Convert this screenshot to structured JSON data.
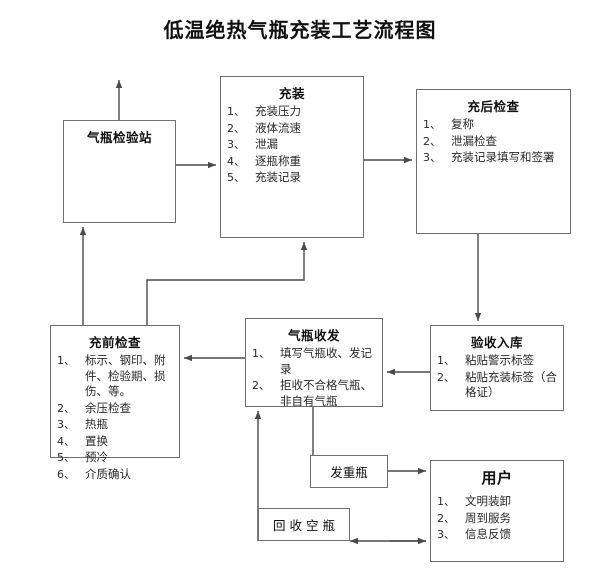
{
  "title": "低温绝热气瓶充装工艺流程图",
  "diagram": {
    "type": "flowchart",
    "nodes": [
      {
        "id": "station",
        "title": "气瓶检验站",
        "items": []
      },
      {
        "id": "fill",
        "title": "充装",
        "items": [
          {
            "num": "1、",
            "text": "充装压力"
          },
          {
            "num": "2、",
            "text": "液体流速"
          },
          {
            "num": "3、",
            "text": "泄漏"
          },
          {
            "num": "4、",
            "text": "逐瓶称重"
          },
          {
            "num": "5、",
            "text": "充装记录"
          }
        ]
      },
      {
        "id": "postcheck",
        "title": "充后检查",
        "items": [
          {
            "num": "1、",
            "text": "复称"
          },
          {
            "num": "2、",
            "text": "泄漏检查"
          },
          {
            "num": "3、",
            "text": "充装记录填写和签署"
          }
        ]
      },
      {
        "id": "precheck",
        "title": "充前检查",
        "items": [
          {
            "num": "1、",
            "text": "标示、钢印、附件、检验期、损伤、等。"
          },
          {
            "num": "2、",
            "text": "余压检查"
          },
          {
            "num": "3、",
            "text": "热瓶"
          },
          {
            "num": "4、",
            "text": "置换"
          },
          {
            "num": "5、",
            "text": "预冷"
          },
          {
            "num": "6、",
            "text": "介质确认"
          }
        ]
      },
      {
        "id": "dispatch",
        "title": "气瓶收发",
        "items": [
          {
            "num": "1、",
            "text": "填写气瓶收、发记录"
          },
          {
            "num": "2、",
            "text": "拒收不合格气瓶、非自有气瓶"
          }
        ]
      },
      {
        "id": "storage",
        "title": "验收入库",
        "items": [
          {
            "num": "1、",
            "text": "粘贴警示标签"
          },
          {
            "num": "2、",
            "text": "粘贴充装标签（合格证）"
          }
        ]
      },
      {
        "id": "user",
        "title": "用户",
        "items": [
          {
            "num": "1、",
            "text": "文明装卸"
          },
          {
            "num": "2、",
            "text": "周到服务"
          },
          {
            "num": "3、",
            "text": "信息反馈"
          }
        ]
      }
    ],
    "connector_labels": [
      {
        "id": "full-bottle",
        "text": "发重瓶"
      },
      {
        "id": "empty-bottle",
        "text": "回收空瓶"
      }
    ],
    "colors": {
      "border": "#6f6f6f",
      "line": "#4a4a4a",
      "text": "#1a1a1a",
      "background": "#ffffff"
    }
  }
}
